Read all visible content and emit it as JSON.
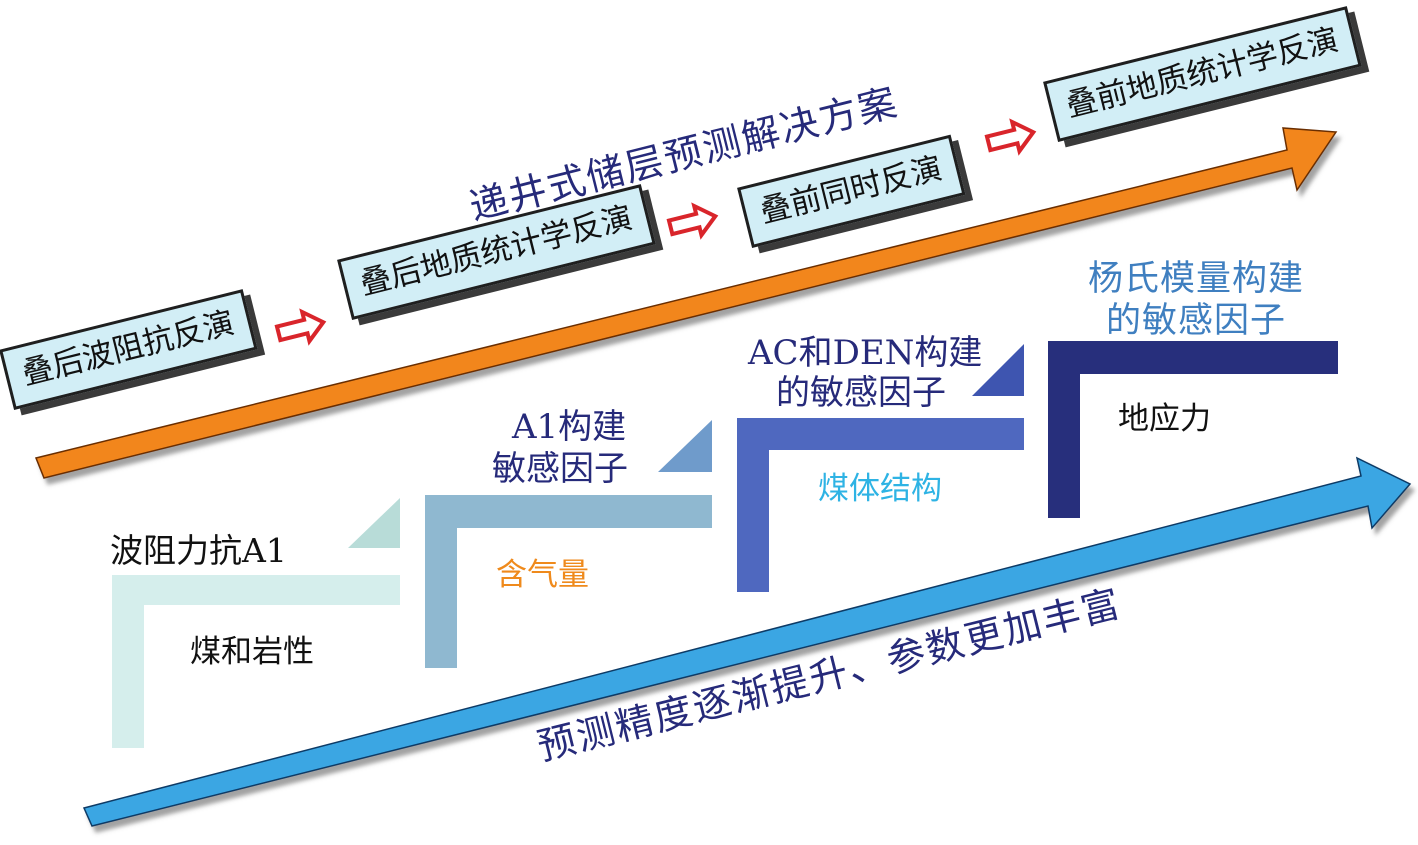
{
  "top_title": "递井式储层预测解决方案",
  "bottom_title": "预测精度逐渐提升、参数更加丰富",
  "methods": [
    {
      "label": "叠后波阻抗反演"
    },
    {
      "label": "叠后地质统计学反演"
    },
    {
      "label": "叠前同时反演"
    },
    {
      "label": "叠前地质统计学反演"
    }
  ],
  "steps": [
    {
      "factor": "波阻力抗A1",
      "attribute": "煤和岩性"
    },
    {
      "factor_line1": "A1构建",
      "factor_line2": "敏感因子",
      "attribute": "含气量"
    },
    {
      "factor_line1": "AC和DEN构建",
      "factor_line2": "的敏感因子",
      "attribute": "煤体结构"
    },
    {
      "factor_line1": "杨氏模量构建",
      "factor_line2": "的敏感因子",
      "attribute": "地应力"
    }
  ],
  "colors": {
    "orange_arrow": "#f2861e",
    "blue_arrow": "#3aa6e3",
    "step1": "#d5eeec",
    "step2": "#8fb8d0",
    "step3": "#4f68bf",
    "step4": "#272f7c",
    "box_fill": "#d2eef6",
    "connector_arrow": "#d9252b",
    "title_text": "#262a7a",
    "factor4_text": "#3f7fc0",
    "gas_text": "#ef8a1c",
    "coal_structure_text": "#2eb3e4"
  }
}
